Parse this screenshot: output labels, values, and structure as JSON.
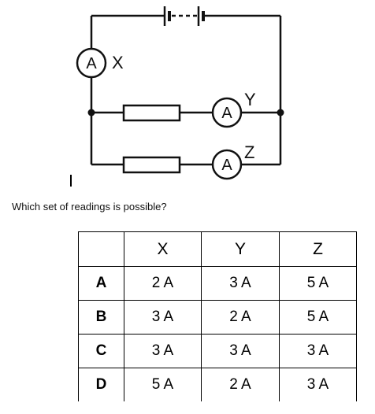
{
  "circuit": {
    "ammeter_symbol": "A",
    "meter_labels": {
      "x": "X",
      "y": "Y",
      "z": "Z"
    }
  },
  "question": "Which set of readings is possible?",
  "table": {
    "headers": [
      "",
      "X",
      "Y",
      "Z"
    ],
    "rows": [
      {
        "label": "A",
        "x": "2 A",
        "y": "3 A",
        "z": "5 A"
      },
      {
        "label": "B",
        "x": "3 A",
        "y": "2 A",
        "z": "5 A"
      },
      {
        "label": "C",
        "x": "3 A",
        "y": "3 A",
        "z": "3 A"
      },
      {
        "label": "D",
        "x": "5 A",
        "y": "2 A",
        "z": "3 A"
      }
    ]
  }
}
